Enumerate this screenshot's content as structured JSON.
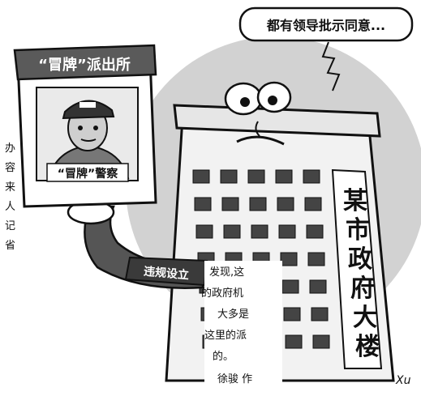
{
  "cartoon": {
    "speech_bubble": "都有领导批示同意...",
    "sign_title": "“冒牌”派出所",
    "portrait_caption": "“冒牌”警察",
    "arm_band": "违规设立",
    "building_label": "某市政府大楼",
    "signature": "Xu"
  },
  "article_fragment": {
    "edge_chars": [
      "办",
      "容",
      "来",
      "人",
      "记",
      "省"
    ],
    "lines": [
      "发现,这",
      "的政府机",
      "大多是",
      "这里的派",
      "的。"
    ],
    "byline": "徐骏 作"
  }
}
